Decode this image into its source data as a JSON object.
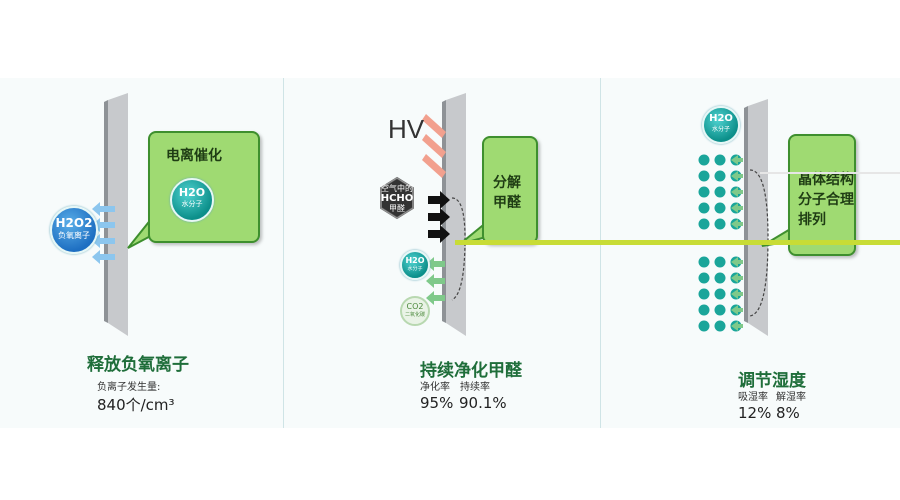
{
  "panel1": {
    "bubble": "电离催化",
    "molecule_big": {
      "formula": "H2O2",
      "label": "负氧离子"
    },
    "molecule_small": {
      "formula": "H2O",
      "label": "水分子"
    },
    "title": "释放负氧离子",
    "caption": "负离子发生量:",
    "value": "840个/cm³"
  },
  "panel2": {
    "hv": "HV",
    "hex": {
      "line1": "空气中的",
      "line2": "HCHO",
      "line3": "甲醛"
    },
    "bubble": [
      "分解",
      "甲醛"
    ],
    "h2o": {
      "formula": "H2O",
      "label": "水分子"
    },
    "co2": {
      "formula": "CO2",
      "label": "二氧化碳"
    },
    "title": "持续净化甲醛",
    "caption1": "净化率",
    "caption2": "持续率",
    "value1": "95%",
    "value2": "90.1%"
  },
  "panel3": {
    "h2o": {
      "formula": "H2O",
      "label": "水分子"
    },
    "bubble": [
      "晶体结构",
      "分子合理",
      "排列"
    ],
    "title": "调节湿度",
    "caption1": "吸湿率",
    "caption2": "解湿率",
    "value1": "12%",
    "value2": "8%"
  },
  "colors": {
    "bubble_fill": "#9fda72",
    "bubble_border": "#3e8f2e",
    "teal": "#0c8f8a",
    "title_green": "#1f6e3a",
    "arrow_blue": "#8cc6ee",
    "hv_red": "#f2a08e",
    "highlight_line": "#c8dc36"
  }
}
